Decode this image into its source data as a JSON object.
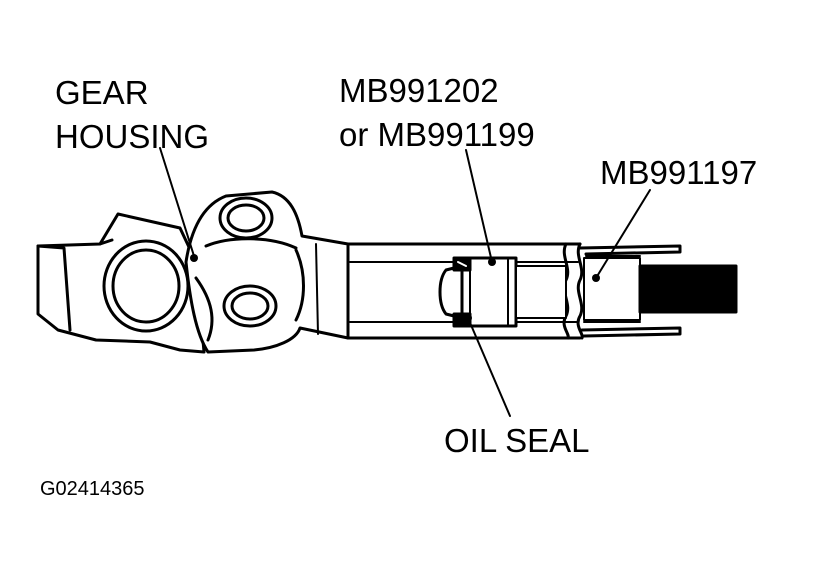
{
  "labels": {
    "gear_housing_line1": "GEAR",
    "gear_housing_line2": "HOUSING",
    "tool_a_line1": "MB991202",
    "tool_a_line2": "or MB991199",
    "tool_b": "MB991197",
    "oil_seal": "OIL SEAL"
  },
  "figure_code": "G02414365",
  "colors": {
    "ink": "#000000",
    "paper": "#ffffff"
  }
}
